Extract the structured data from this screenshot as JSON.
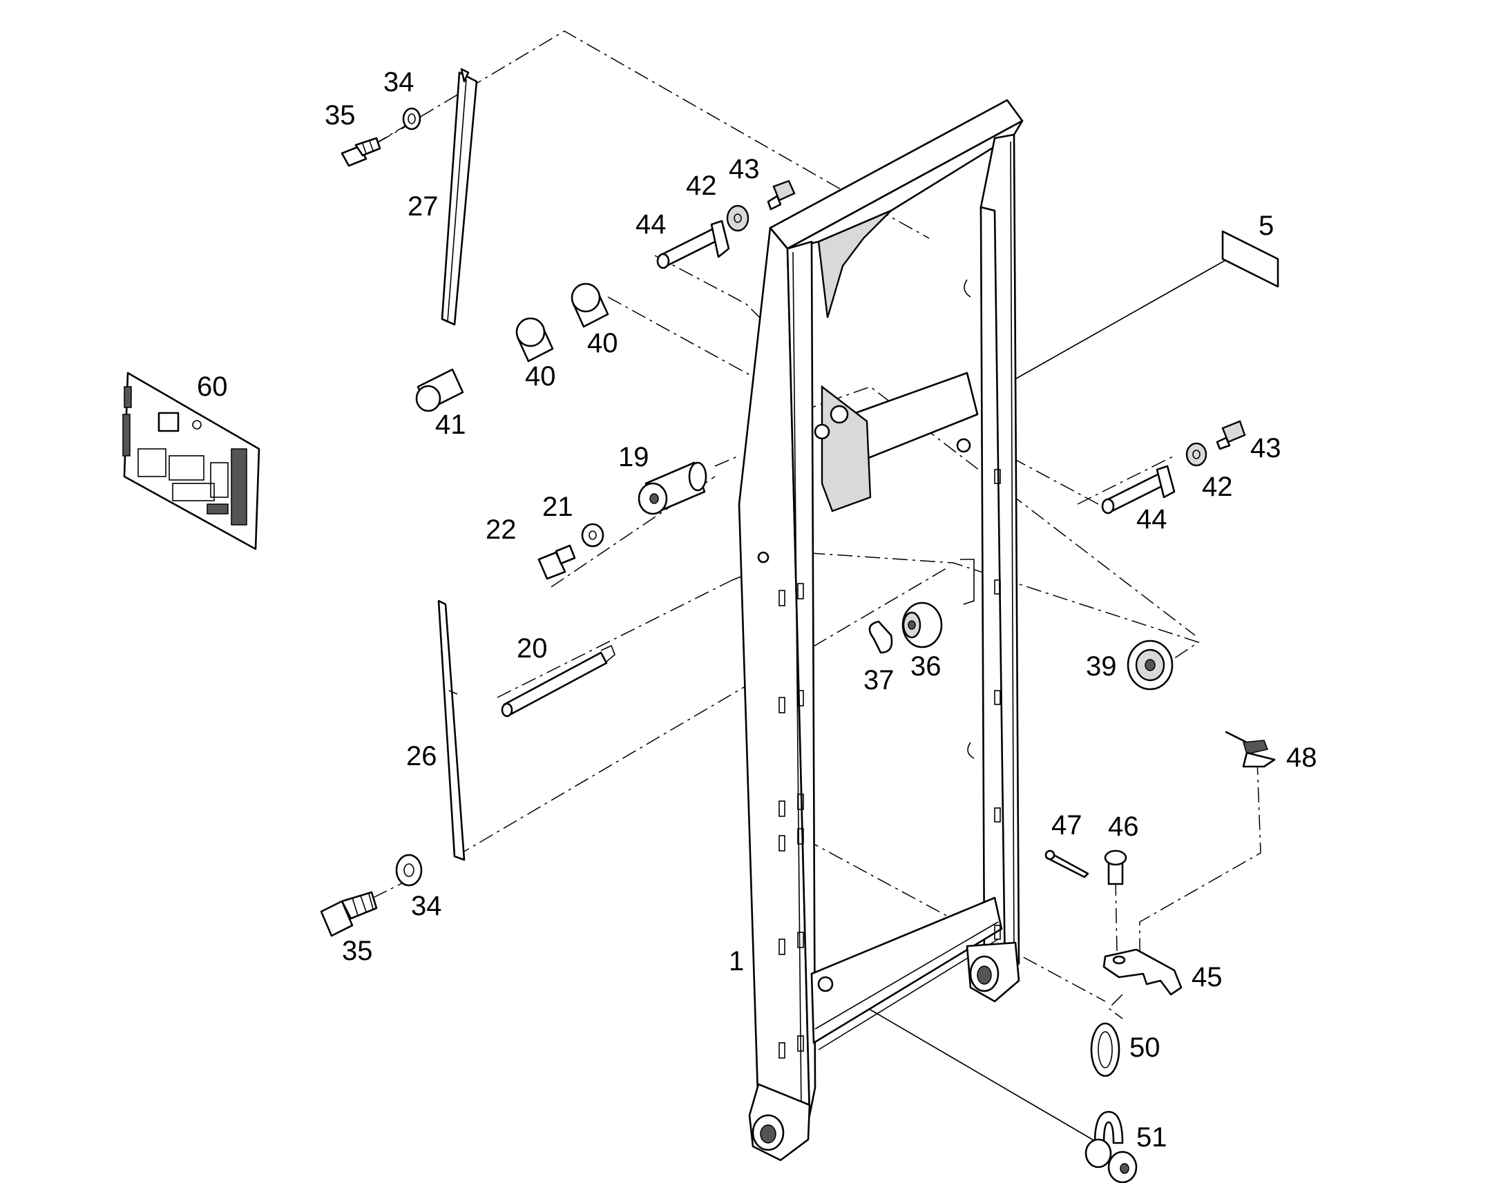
{
  "callouts": {
    "c60": "60",
    "c35a": "35",
    "c34a": "34",
    "c27": "27",
    "c44a": "44",
    "c42a": "42",
    "c43a": "43",
    "c5": "5",
    "c40a": "40",
    "c40b": "40",
    "c41": "41",
    "c19": "19",
    "c21": "21",
    "c22": "22",
    "c43b": "43",
    "c42b": "42",
    "c44b": "44",
    "c20": "20",
    "c37": "37",
    "c36": "36",
    "c39": "39",
    "c48": "48",
    "c26": "26",
    "c47": "47",
    "c46": "46",
    "c34b": "34",
    "c35b": "35",
    "c1": "1",
    "c45": "45",
    "c50": "50",
    "c51": "51"
  }
}
